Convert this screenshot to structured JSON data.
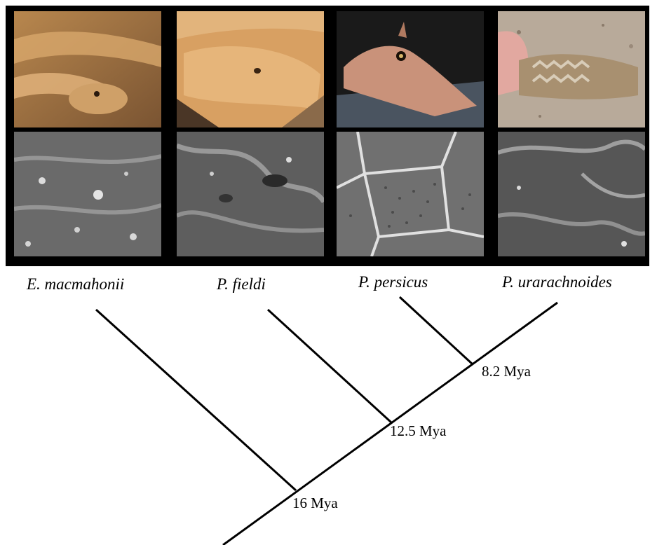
{
  "species": [
    {
      "name": "E. macmahonii",
      "photo": "sand-colored viper coiled on sand",
      "sem": "rough scale microstructure"
    },
    {
      "name": "P. fieldi",
      "photo": "close-up of tan viper head",
      "sem": "scale microstructure with pits"
    },
    {
      "name": "P. persicus",
      "photo": "horned viper head on dark background",
      "sem": "polygonal honeycomb scale cells"
    },
    {
      "name": "P. urarachnoides",
      "photo": "spider-tailed viper tail held in hand",
      "sem": "overlapping scale ridges"
    }
  ],
  "divergence_times": {
    "persicus_urarachnoides": "8.2 Mya",
    "fieldi_clade": "12.5 Mya",
    "root": "16 Mya"
  },
  "colors": {
    "board": "#000000",
    "tree_line": "#000000",
    "photo_tan": "#c89a5e",
    "sem_gray": "#6e6e6e"
  }
}
